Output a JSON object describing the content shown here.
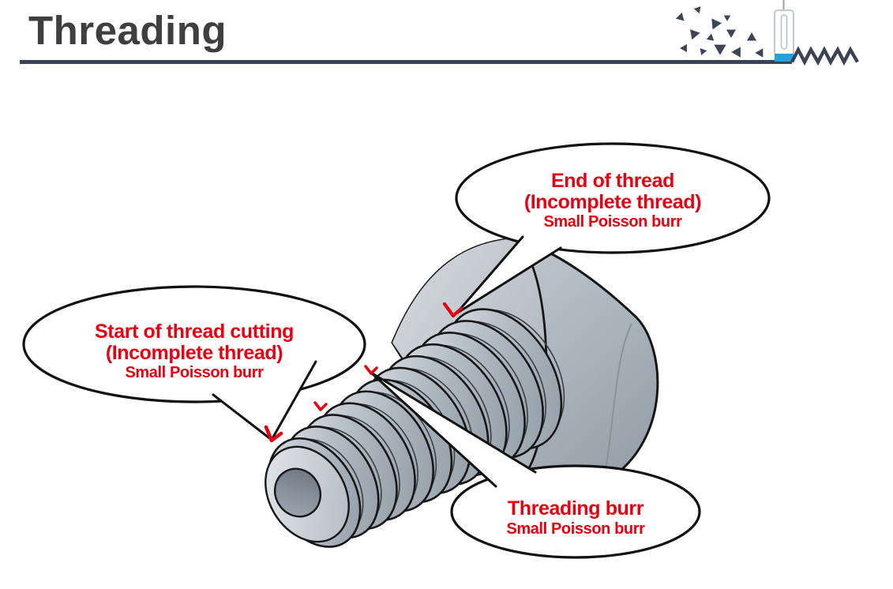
{
  "slide": {
    "title": "Threading"
  },
  "header_icon": {
    "name": "thread-cutting-process-icon",
    "parts": [
      "chips-scatter",
      "cutting-tool",
      "thread-profile-zigzag"
    ],
    "tool_tip_color": "#2aa0d8",
    "line_color": "#3b4254"
  },
  "callouts": {
    "end_of_thread": {
      "line1": "End of thread",
      "line2": "(Incomplete thread)",
      "line3": "Small Poisson burr"
    },
    "start_of_thread": {
      "line1": "Start of thread cutting",
      "line2": "(Incomplete thread)",
      "line3": "Small Poisson burr"
    },
    "threading_burr": {
      "line1": "Threading burr",
      "line2": "Small Poisson burr"
    }
  },
  "colors": {
    "callout_text_red": "#e60012",
    "marker_red": "#e60012",
    "title_gray": "#3f3f3f",
    "metal_light": "#dde2e6",
    "metal_mid": "#aeb6bf",
    "metal_dark": "#7e8892",
    "outline": "#161616"
  }
}
